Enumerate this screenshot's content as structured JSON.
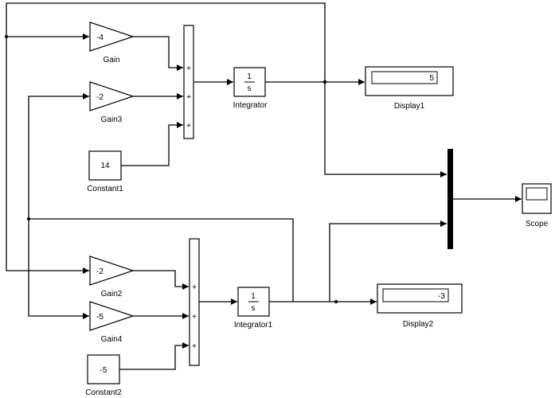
{
  "blocks": {
    "gain": {
      "label": "Gain",
      "value": "-4"
    },
    "gain3": {
      "label": "Gain3",
      "value": "-2"
    },
    "constant1": {
      "label": "Constant1",
      "value": "14"
    },
    "integrator": {
      "label": "Integrator",
      "num": "1",
      "den": "s"
    },
    "display1": {
      "label": "Display1",
      "value": "5"
    },
    "scope": {
      "label": "Scope"
    },
    "gain2": {
      "label": "Gain2",
      "value": "-2"
    },
    "gain4": {
      "label": "Gain4",
      "value": "-5"
    },
    "constant2": {
      "label": "Constant2",
      "value": "-5"
    },
    "integrator1": {
      "label": "Integrator1",
      "num": "1",
      "den": "s"
    },
    "display2": {
      "label": "Display2",
      "value": "-3"
    }
  },
  "sum_signs": "+"
}
